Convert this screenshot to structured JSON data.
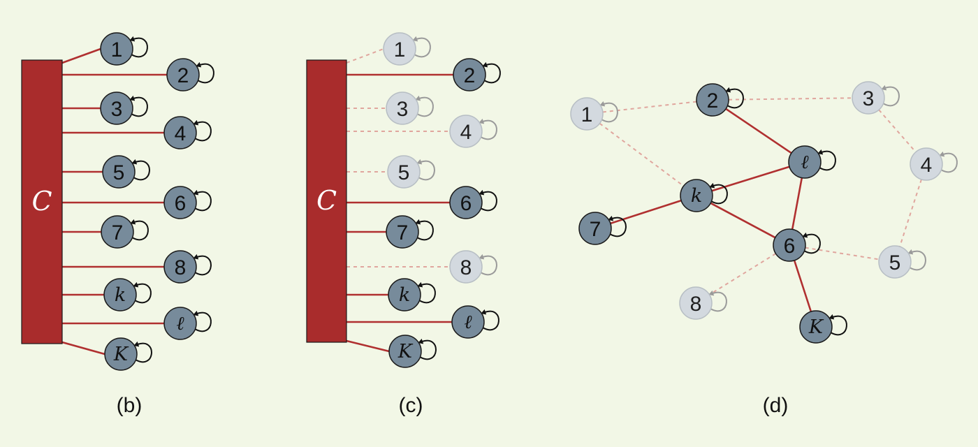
{
  "colors": {
    "background": "#f2f7e6",
    "bar_fill": "#a92c2c",
    "bar_stroke": "#1a1a1a",
    "edge_active": "#b03030",
    "edge_inactive": "#e0a69e",
    "node_active_fill": "#778b9b",
    "node_inactive_fill": "#d3d9df",
    "node_stroke_active": "#1a1a1a",
    "node_stroke_inactive": "#b7bec4",
    "text_active": "#111111",
    "text_inactive": "#1f1f1f",
    "loop_active": "#111111",
    "loop_inactive": "#9a9a9a",
    "c_label_color": "#ffffff"
  },
  "panels": [
    {
      "id": "b",
      "caption": "(b)",
      "bar_label": "C",
      "nodes": [
        {
          "label": "1",
          "active": true
        },
        {
          "label": "2",
          "active": true
        },
        {
          "label": "3",
          "active": true
        },
        {
          "label": "4",
          "active": true
        },
        {
          "label": "5",
          "active": true
        },
        {
          "label": "6",
          "active": true
        },
        {
          "label": "7",
          "active": true
        },
        {
          "label": "8",
          "active": true
        },
        {
          "label": "k",
          "active": true
        },
        {
          "label": "ℓ",
          "active": true
        },
        {
          "label": "K",
          "active": true
        }
      ]
    },
    {
      "id": "c",
      "caption": "(c)",
      "bar_label": "C",
      "nodes": [
        {
          "label": "1",
          "active": false
        },
        {
          "label": "2",
          "active": true
        },
        {
          "label": "3",
          "active": false
        },
        {
          "label": "4",
          "active": false
        },
        {
          "label": "5",
          "active": false
        },
        {
          "label": "6",
          "active": true
        },
        {
          "label": "7",
          "active": true
        },
        {
          "label": "8",
          "active": false
        },
        {
          "label": "k",
          "active": true
        },
        {
          "label": "ℓ",
          "active": true
        },
        {
          "label": "K",
          "active": true
        }
      ]
    },
    {
      "id": "d",
      "caption": "(d)",
      "nodes": [
        {
          "id": "1",
          "label": "1",
          "active": false
        },
        {
          "id": "2",
          "label": "2",
          "active": true
        },
        {
          "id": "3",
          "label": "3",
          "active": false
        },
        {
          "id": "4",
          "label": "4",
          "active": false
        },
        {
          "id": "l",
          "label": "ℓ",
          "active": true
        },
        {
          "id": "k",
          "label": "k",
          "active": true
        },
        {
          "id": "7",
          "label": "7",
          "active": true
        },
        {
          "id": "6",
          "label": "6",
          "active": true
        },
        {
          "id": "5",
          "label": "5",
          "active": false
        },
        {
          "id": "8",
          "label": "8",
          "active": false
        },
        {
          "id": "K",
          "label": "K",
          "active": true
        }
      ],
      "edges": [
        {
          "from": "2",
          "to": "l",
          "active": true
        },
        {
          "from": "l",
          "to": "k",
          "active": true
        },
        {
          "from": "l",
          "to": "6",
          "active": true
        },
        {
          "from": "k",
          "to": "7",
          "active": true
        },
        {
          "from": "k",
          "to": "6",
          "active": true
        },
        {
          "from": "6",
          "to": "K",
          "active": true
        },
        {
          "from": "1",
          "to": "2",
          "active": false
        },
        {
          "from": "2",
          "to": "3",
          "active": false
        },
        {
          "from": "1",
          "to": "k",
          "active": false
        },
        {
          "from": "3",
          "to": "4",
          "active": false
        },
        {
          "from": "4",
          "to": "5",
          "active": false
        },
        {
          "from": "6",
          "to": "5",
          "active": false
        },
        {
          "from": "6",
          "to": "8",
          "active": false
        }
      ]
    }
  ]
}
